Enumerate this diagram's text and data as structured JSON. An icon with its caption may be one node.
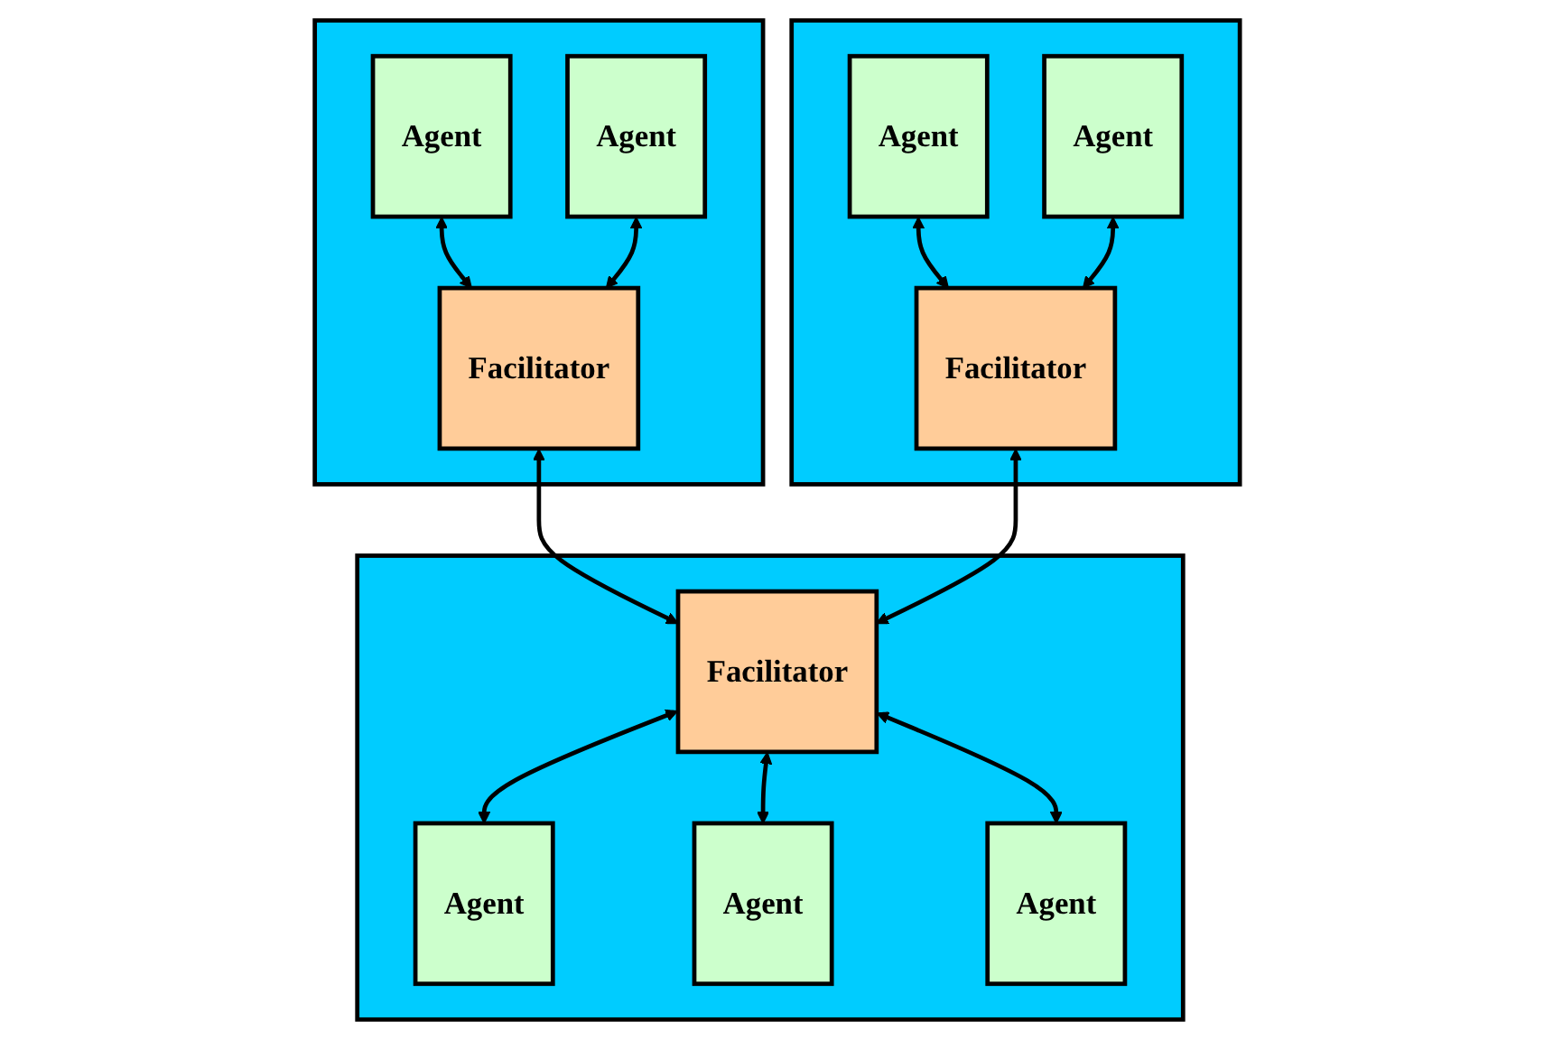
{
  "diagram": {
    "nodes": [
      {
        "text": [],
        "shape": "box"
      },
      {
        "text": [
          "Agent"
        ],
        "in": 0
      },
      {
        "text": [
          "Agent"
        ],
        "in": 0
      },
      {
        "text": [
          "Facilitator"
        ],
        "in": 0
      },
      {
        "text": [],
        "shape": "box"
      },
      {
        "text": [
          "Agent"
        ],
        "in": 4
      },
      {
        "text": [
          "Agent"
        ],
        "in": 4
      },
      {
        "text": [
          "Facilitator"
        ],
        "in": 4
      },
      {
        "text": [],
        "shape": "box"
      },
      {
        "text": [
          "Facilitator"
        ],
        "in": 8
      },
      {
        "text": [
          "Agent"
        ],
        "in": 8
      },
      {
        "text": [
          "Agent"
        ],
        "in": 8
      },
      {
        "text": [
          "Agent"
        ],
        "in": 8
      }
    ],
    "edges": [
      {
        "from": 1,
        "to": 3,
        "arrow": "both"
      },
      {
        "from": 2,
        "to": 3,
        "arrow": "both"
      },
      {
        "from": 5,
        "to": 7,
        "arrow": "both"
      },
      {
        "from": 6,
        "to": 7,
        "arrow": "both"
      },
      {
        "from": 3,
        "to": 9,
        "arrow": "both"
      },
      {
        "from": 7,
        "to": 9,
        "arrow": "both"
      },
      {
        "from": 9,
        "to": 10,
        "arrow": "both"
      },
      {
        "from": 9,
        "to": 11,
        "arrow": "both"
      },
      {
        "from": 9,
        "to": 12,
        "arrow": "both"
      }
    ]
  }
}
